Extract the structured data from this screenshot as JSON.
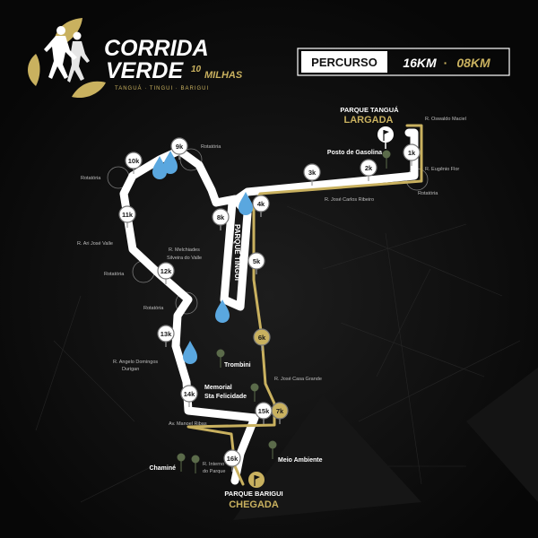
{
  "logo": {
    "line1": "CORRIDA",
    "line2": "VERDE",
    "badge_num": "10",
    "badge_word": "MILHAS",
    "tagline": "TANGUÁ · TINGUI · BARIGUI"
  },
  "header": {
    "percurso": "PERCURSO",
    "dist_16": "16KM",
    "separator": "·",
    "dist_08": "08KM"
  },
  "places": {
    "start_park": "PARQUE TANGUÁ",
    "start_label": "LARGADA",
    "finish_park": "PARQUE BARIGUI",
    "finish_label": "CHEGADA",
    "tingui_park": "PARQUE TINGUI",
    "gas": "Posto de Gasolina",
    "trombini": "Trombini",
    "memorial_1": "Memorial",
    "memorial_2": "Sta Felicidade",
    "meio_ambiente": "Meio Ambiente",
    "chamine": "Chaminé"
  },
  "streets": {
    "oswaldo": "R. Oswaldo Maciel",
    "eugenio": "R. Eugênio Flor",
    "jose_carlos": "R. José Carlos Ribeiro",
    "ari": "R. Ari José Valle",
    "melchiades_1": "R. Melchiades",
    "melchiades_2": "Silveira do Valle",
    "angelo_1": "R. Angelo Domingos",
    "angelo_2": "Durigan",
    "jose_casa": "R. José Casa Grande",
    "manoel": "Av. Manoel Ribas",
    "interno_1": "R. Interno",
    "interno_2": "do Parque"
  },
  "roundabout_label": "Rotatória",
  "markers": [
    "1k",
    "2k",
    "3k",
    "4k",
    "5k",
    "6k",
    "7k",
    "8k",
    "9k",
    "10k",
    "11k",
    "12k",
    "13k",
    "14k",
    "15k",
    "16k"
  ],
  "markers_8k_gold": [
    "6k",
    "7k"
  ],
  "colors": {
    "route16": "#ffffff",
    "route08": "#b39a53",
    "gold": "#c9b15f",
    "pin": "#5b6b4a",
    "water": "#5aa7df",
    "background": "#0b0b0b"
  }
}
